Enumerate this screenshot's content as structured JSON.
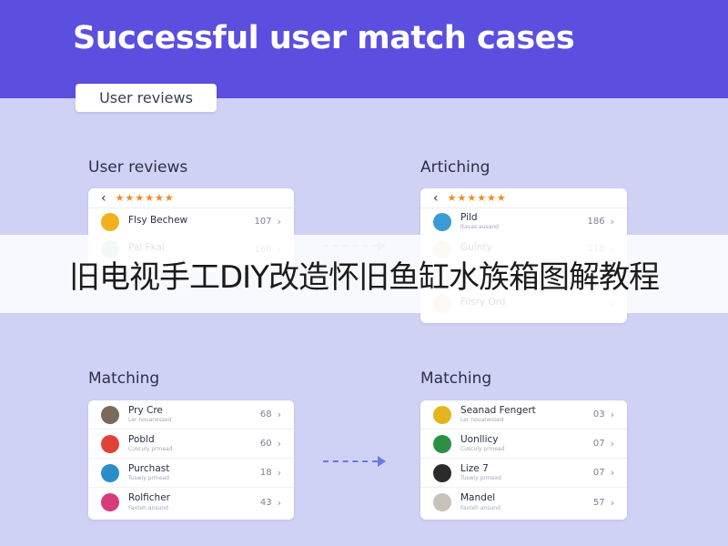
{
  "header": {
    "title": "Successful user match cases",
    "tab_label": "User reviews"
  },
  "colors": {
    "header_band": "#5b4fe0",
    "background": "#cfd2f5",
    "star": "#f08a24",
    "arrow_light": "#9aa4f0",
    "arrow_dark": "#6a78e6"
  },
  "top_left": {
    "section_label": "User reviews",
    "back_icon": "chevron-left-icon",
    "stars": "★★★★★★",
    "rows": [
      {
        "name": "Flsy Bechew",
        "sub": "",
        "count": "107",
        "avatar_color": "#f2b01e"
      },
      {
        "name": "Pal Fkal",
        "sub": "",
        "count": "160",
        "avatar_color": "#a9d3c8"
      }
    ]
  },
  "top_right": {
    "section_label": "Artiching",
    "back_icon": "chevron-left-icon",
    "stars": "★★★★★★",
    "rows": [
      {
        "name": "Pild",
        "sub": "Itavas ausand",
        "count": "186",
        "avatar_color": "#3b9bd4"
      },
      {
        "name": "Gulnty",
        "sub": "",
        "count": "118",
        "avatar_color": "#e7d9b8"
      },
      {
        "name": "",
        "sub": "",
        "count": "",
        "avatar_color": "#c9dce8"
      },
      {
        "name": "Filsry Ord",
        "sub": "",
        "count": "",
        "avatar_color": "#efd3a0"
      }
    ]
  },
  "bottom_left": {
    "section_label": "Matching",
    "rows": [
      {
        "name": "Pry Cre",
        "sub": "Ler nouanessed",
        "count": "68",
        "avatar_color": "#7a6a5a"
      },
      {
        "name": "Pobld",
        "sub": "Cusculy prmead",
        "count": "60",
        "avatar_color": "#e0423a"
      },
      {
        "name": "Purchast",
        "sub": "Tuswiy prmead",
        "count": "18",
        "avatar_color": "#2a8fc9"
      },
      {
        "name": "Rolficher",
        "sub": "Faxteh ansund",
        "count": "43",
        "avatar_color": "#d83b7a"
      }
    ]
  },
  "bottom_right": {
    "section_label": "Matching",
    "rows": [
      {
        "name": "Seanad Fengert",
        "sub": "Ler nouanessed",
        "count": "03",
        "avatar_color": "#e3b61f"
      },
      {
        "name": "Uonllicy",
        "sub": "Cusculy prmead",
        "count": "07",
        "avatar_color": "#2d8f46"
      },
      {
        "name": "Lize 7",
        "sub": "Tuswiy prmead",
        "count": "07",
        "avatar_color": "#2b2b2b"
      },
      {
        "name": "Mandel",
        "sub": "Faxteh ansund",
        "count": "57",
        "avatar_color": "#c9c2bb"
      }
    ]
  },
  "overlay_banner": "旧电视手工DIY改造怀旧鱼缸水族箱图解教程"
}
